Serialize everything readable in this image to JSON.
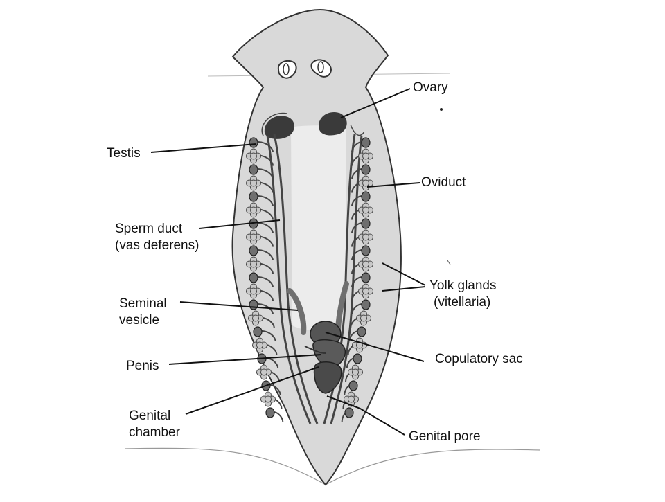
{
  "labels": {
    "ovary": "Ovary",
    "testis": "Testis",
    "oviduct": "Oviduct",
    "sperm_duct_line1": "Sperm duct",
    "sperm_duct_line2": "(vas deferens)",
    "yolk_glands_line1": "Yolk glands",
    "yolk_glands_line2": "(vitellaria)",
    "seminal_vesicle_line1": "Seminal",
    "seminal_vesicle_line2": "vesicle",
    "copulatory_sac": "Copulatory sac",
    "penis": "Penis",
    "genital_chamber_line1": "Genital",
    "genital_chamber_line2": "chamber",
    "genital_pore": "Genital pore"
  },
  "colors": {
    "body_fill": "#d9d9d9",
    "body_outline": "#333333",
    "inner_fill": "#ececec",
    "organ_dark": "#3a3a3a",
    "organ_mid": "#6f6f6f",
    "yolk_fill": "#c8c8c8",
    "line": "#111111"
  }
}
